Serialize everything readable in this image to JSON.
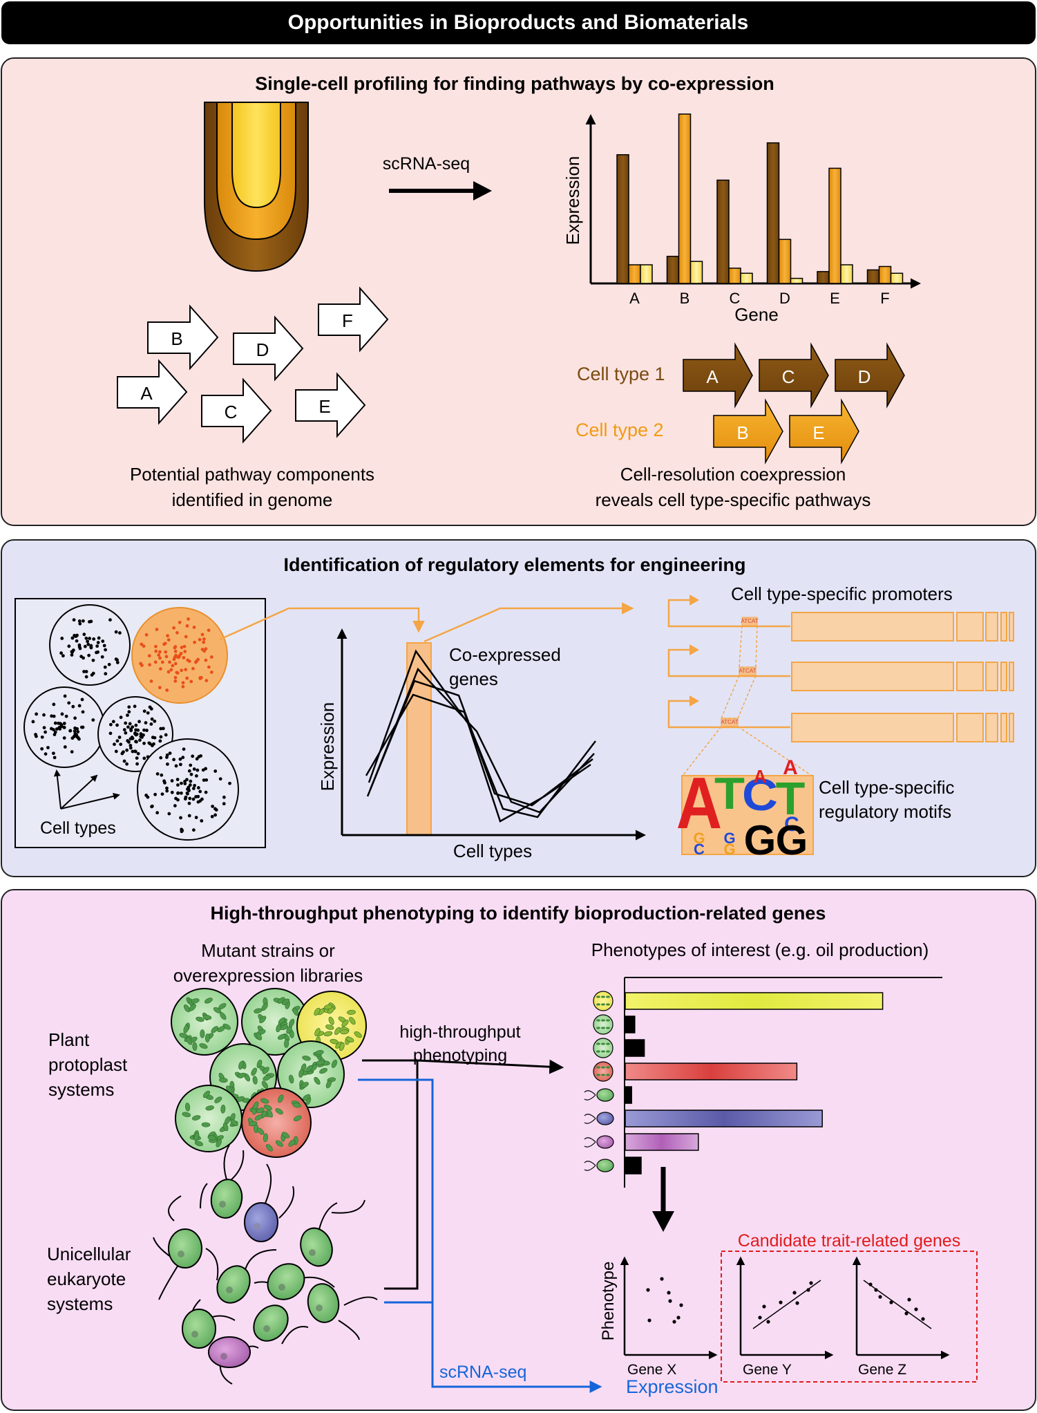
{
  "banner": {
    "title": "Opportunities in Bioproducts and Biomaterials"
  },
  "colors": {
    "panel1_bg": "#fbe3e1",
    "panel2_bg": "#e2e4f6",
    "panel3_bg": "#f8dcf4",
    "dark_brown": "#7a4a10",
    "orange": "#f09a12",
    "light_yellow": "#fbe87a",
    "blue": "#1565d8",
    "red": "#e01b1b",
    "promoter_orange": "#f4a545"
  },
  "panel1": {
    "title": "Single-cell profiling for finding pathways by co-expression",
    "arrow_label": "scRNA-seq",
    "genome_genes": [
      "A",
      "B",
      "C",
      "D",
      "E",
      "F"
    ],
    "genome_caption_1": "Potential pathway components",
    "genome_caption_2": "identified in genome",
    "ylabel": "Expression",
    "xlabel": "Gene",
    "cell_type1": {
      "label": "Cell type 1",
      "genes": [
        "A",
        "C",
        "D"
      ]
    },
    "cell_type2": {
      "label": "Cell type 2",
      "genes": [
        "B",
        "E"
      ]
    },
    "result_caption_1": "Cell-resolution coexpression",
    "result_caption_2": "reveals cell type-specific pathways"
  },
  "chart_data": {
    "type": "bar",
    "categories": [
      "A",
      "B",
      "C",
      "D",
      "E",
      "F"
    ],
    "series": [
      {
        "values": [
          0.76,
          0.16,
          0.61,
          0.83,
          0.07,
          0.08
        ]
      },
      {
        "values": [
          0.11,
          1.0,
          0.09,
          0.26,
          0.68,
          0.1
        ]
      },
      {
        "values": [
          0.11,
          0.13,
          0.06,
          0.03,
          0.11,
          0.06
        ]
      }
    ],
    "xlabel": "Gene",
    "ylabel": "Expression"
  },
  "panel2": {
    "title": "Identification of regulatory elements for engineering",
    "cell_types_label": "Cell types",
    "ylabel": "Expression",
    "xlabel": "Cell types",
    "coexpressed_1": "Co-expressed",
    "coexpressed_2": "genes",
    "promoters_label": "Cell type-specific promoters",
    "motifs_1": "Cell type-specific",
    "motifs_2": "regulatory motifs",
    "motif_letters": [
      "A",
      "T",
      "C",
      "A",
      "T",
      "C",
      "G",
      "C",
      "G",
      "G",
      "G",
      "A",
      "G"
    ]
  },
  "panel3": {
    "title": "High-throughput phenotyping to identify bioproduction-related genes",
    "mutants_1": "Mutant strains or",
    "mutants_2": "overexpression libraries",
    "plant_1": "Plant",
    "plant_2": "protoplast",
    "plant_3": "systems",
    "uni_1": "Unicellular",
    "uni_2": "eukaryote",
    "uni_3": "systems",
    "htp_1": "high-throughput",
    "htp_2": "phenotyping",
    "phenotypes_title": "Phenotypes of interest (e.g. oil production)",
    "phenotype_bars": [
      0.81,
      0.03,
      0.06,
      0.54,
      0.02,
      0.62,
      0.23,
      0.05
    ],
    "candidate_label": "Candidate trait-related genes",
    "phenotype_axis": "Phenotype",
    "gene_x": "Gene X",
    "gene_y": "Gene Y",
    "gene_z": "Gene Z",
    "scrnaseq": "scRNA-seq",
    "expression": "Expression"
  }
}
